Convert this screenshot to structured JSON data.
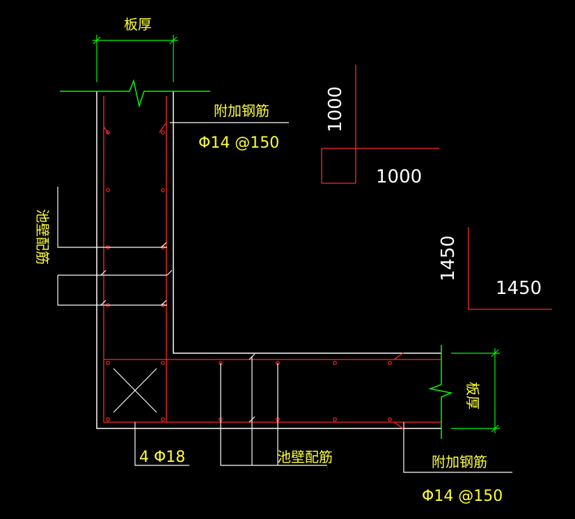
{
  "labels": {
    "slab_thickness_top": "板厚",
    "slab_thickness_right": "板厚",
    "additional_rebar_top": "附加钢筋",
    "additional_rebar_top_spec": "Φ14 @150",
    "additional_rebar_bottom": "附加钢筋",
    "additional_rebar_bottom_spec": "Φ14 @150",
    "wall_rebar_left": "池壁配筋",
    "wall_rebar_bottom": "池壁配筋",
    "corner_bars": "4 Φ18",
    "dim_1000_vertical": "1000",
    "dim_1000_horizontal": "1000",
    "dim_1450_vertical": "1450",
    "dim_1450_horizontal": "1450"
  },
  "colors": {
    "background": "#000000",
    "concrete_outline": "#ffffff",
    "rebar": "#ff2a2a",
    "dimension": "#00ff00",
    "text": "#ffff33"
  }
}
